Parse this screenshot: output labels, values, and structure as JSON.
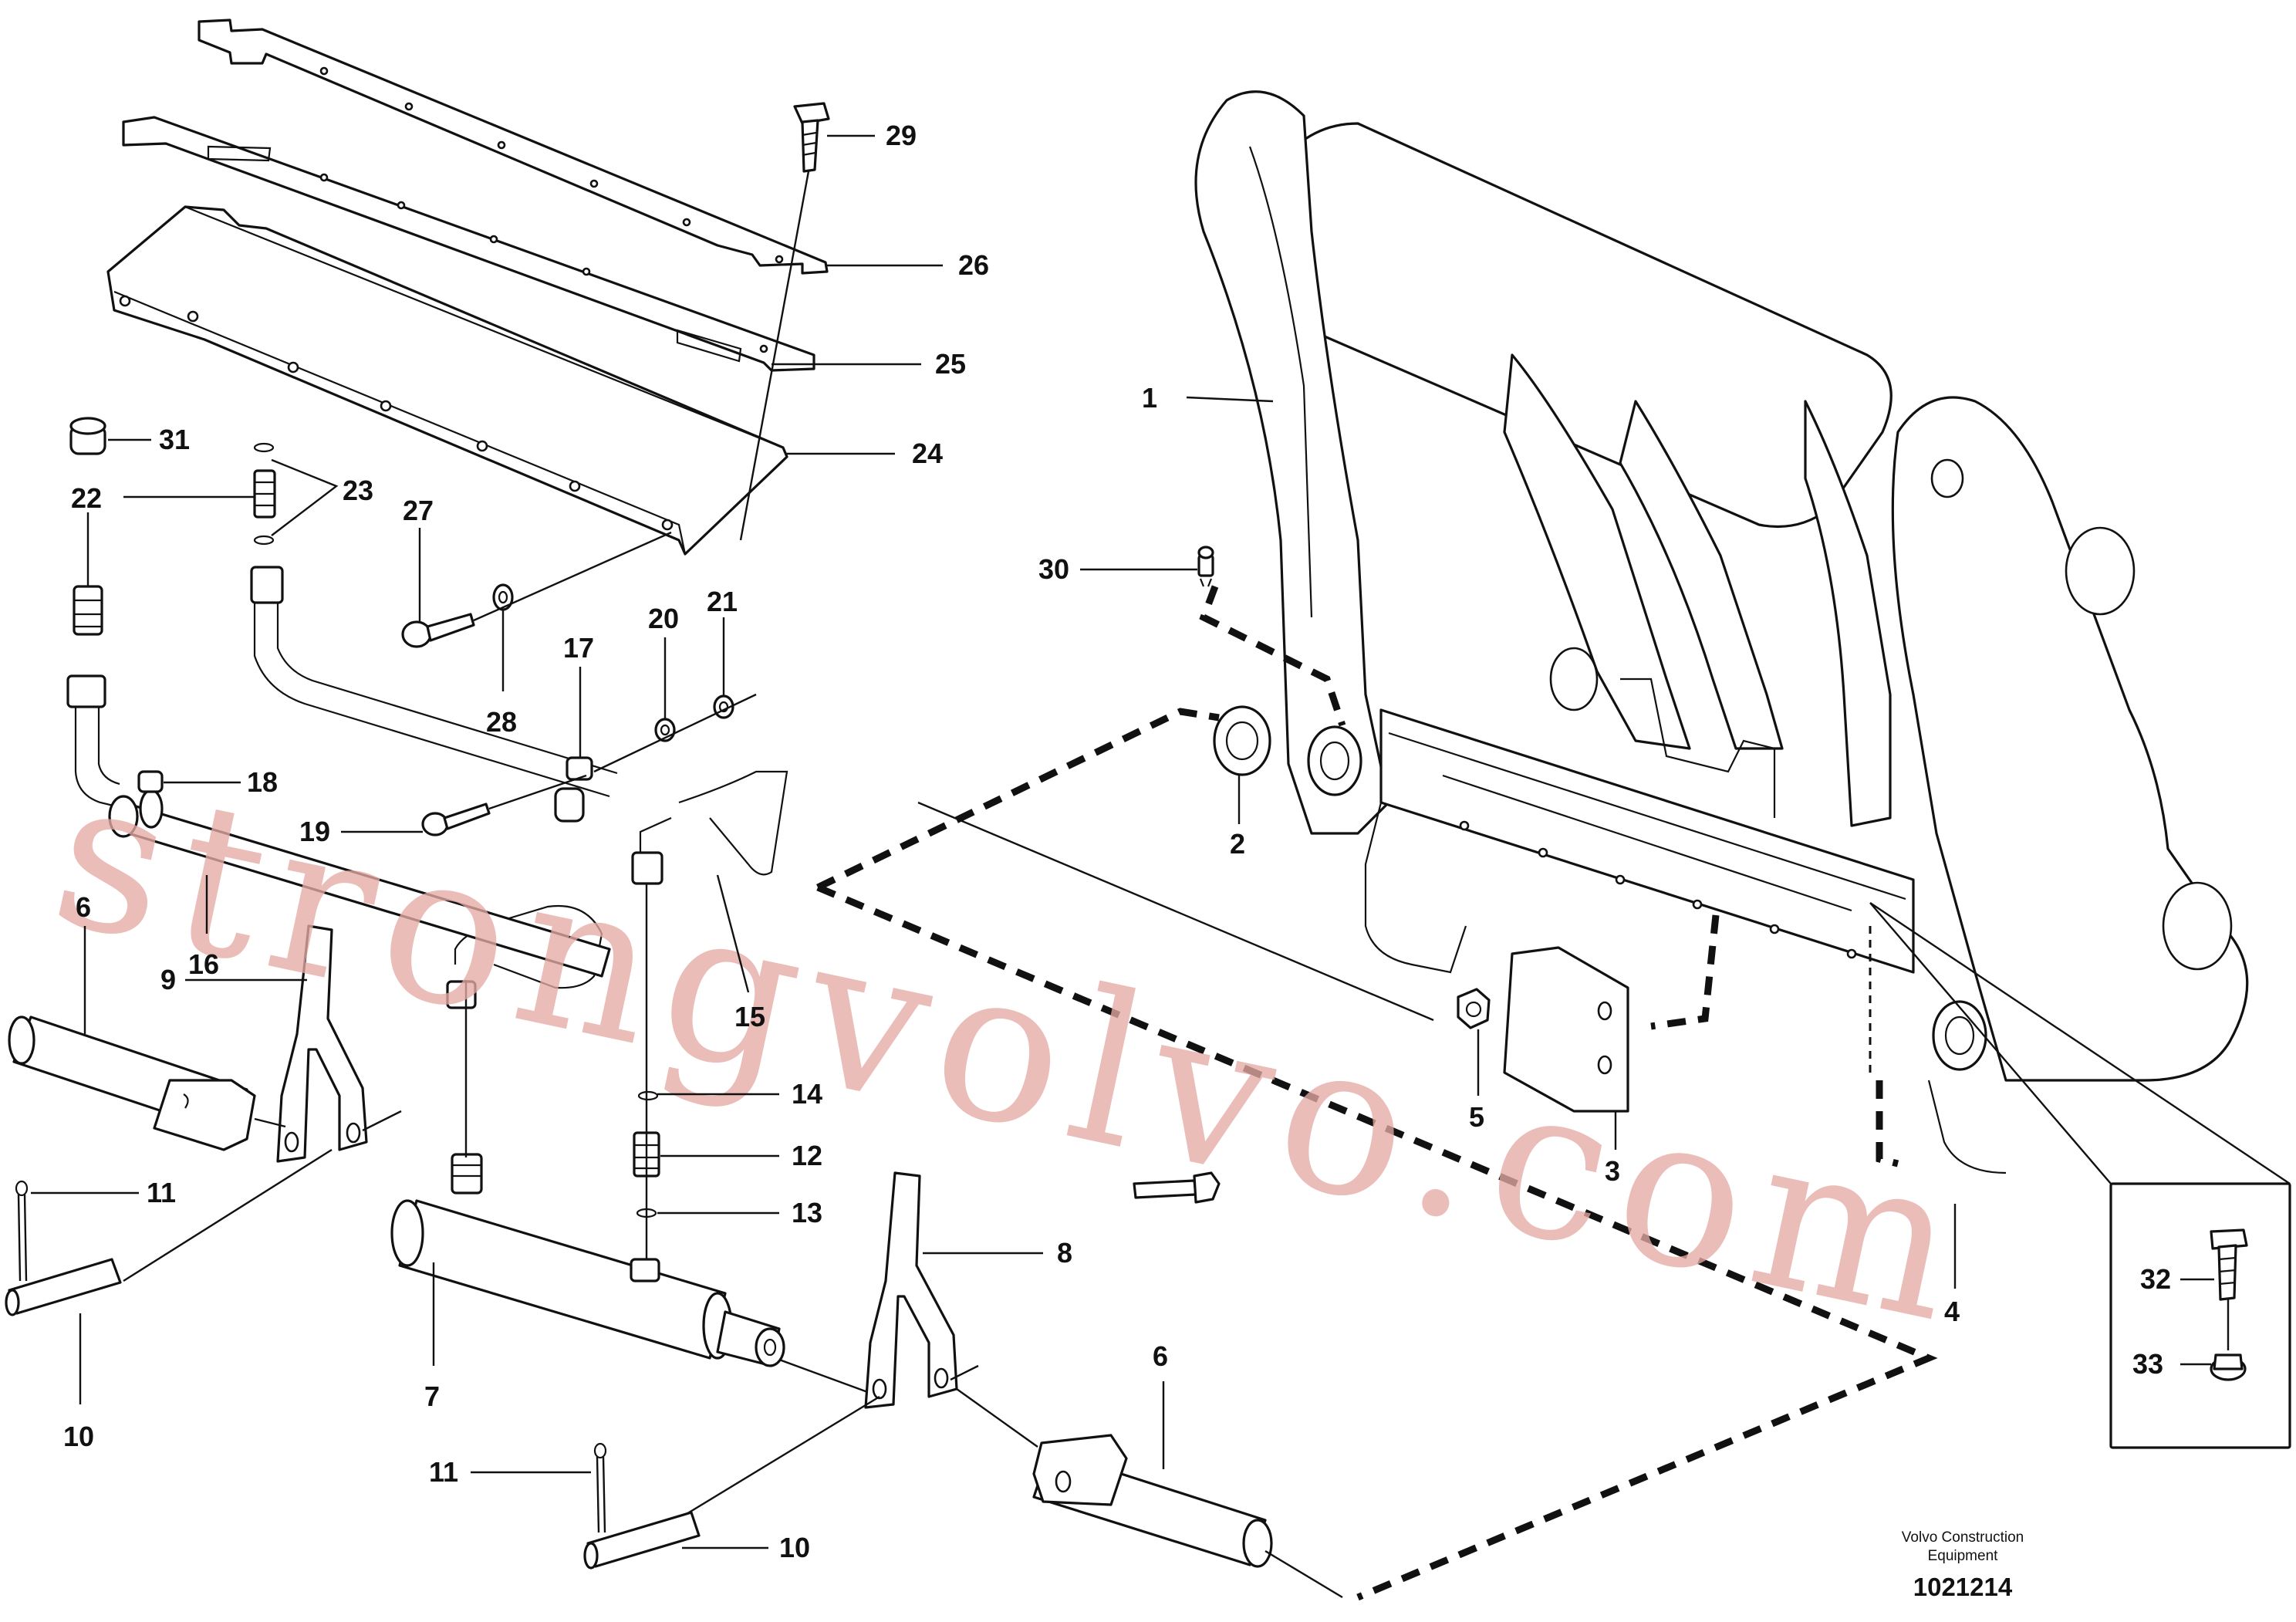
{
  "callouts": [
    "1",
    "2",
    "3",
    "4",
    "5",
    "6",
    "7",
    "8",
    "9",
    "10",
    "11",
    "12",
    "13",
    "14",
    "15",
    "16",
    "17",
    "18",
    "19",
    "20",
    "21",
    "22",
    "23",
    "24",
    "25",
    "26",
    "27",
    "28",
    "29",
    "30",
    "31",
    "32",
    "33"
  ],
  "footer": {
    "brand_line1": "Volvo Construction",
    "brand_line2": "Equipment",
    "drawing_number": "1021214"
  },
  "watermark": "strongvolvo.com",
  "colors": {
    "line": "#111111",
    "background": "#ffffff",
    "watermark": "#e5aaa5"
  }
}
